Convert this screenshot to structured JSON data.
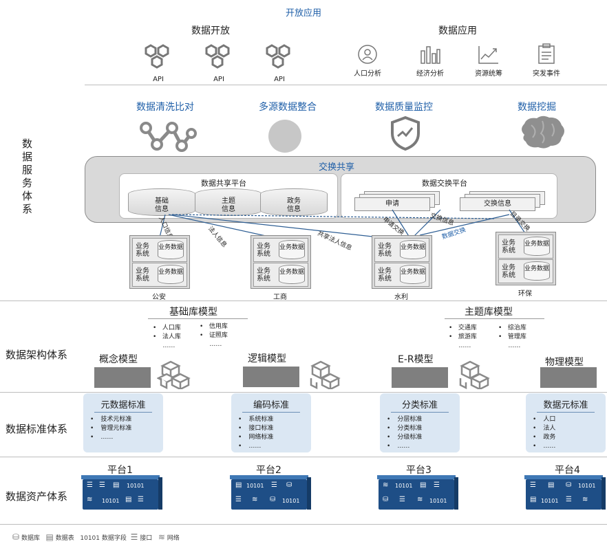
{
  "top": {
    "title": "开放应用",
    "open_title": "数据开放",
    "apps_title": "数据应用",
    "api_labels": [
      "API",
      "API",
      "API"
    ],
    "apps": [
      "人口分析",
      "经济分析",
      "资源统筹",
      "突发事件"
    ]
  },
  "services": [
    "数据清洗比对",
    "多源数据整合",
    "数据质量监控",
    "数据挖掘"
  ],
  "exchange": {
    "title": "交换共享",
    "share_platform": "数据共享平台",
    "share_dbs": [
      "基础信息",
      "主题信息",
      "政务信息"
    ],
    "exchange_platform": "数据交换平台",
    "exchange_docs": [
      "申请",
      "交换信息"
    ],
    "arrows": [
      "人口信息",
      "法人信息",
      "共享法人信息",
      "申请交换",
      "交换信息",
      "数据交换",
      "目录交换"
    ],
    "systems": [
      {
        "name": "公安",
        "rows": [
          "业务系统",
          "业务系统"
        ],
        "db": "业务数据"
      },
      {
        "name": "工商",
        "rows": [
          "业务系统",
          "业务系统"
        ],
        "db": "业务数据"
      },
      {
        "name": "水利",
        "rows": [
          "业务系统",
          "业务系统"
        ],
        "db": "业务数据"
      },
      {
        "name": "环保",
        "rows": [
          "业务系统",
          "业务系统"
        ],
        "db": "业务数据"
      }
    ]
  },
  "side_labels": {
    "service": "数据服务体系",
    "architecture": "数据架构体系",
    "standard": "数据标准体系",
    "asset": "数据资产体系"
  },
  "architecture": {
    "base_model": "基础库模型",
    "base_items_left": [
      "人口库",
      "法人库",
      "……"
    ],
    "base_items_right": [
      "信用库",
      "证照库",
      "……"
    ],
    "theme_model": "主题库模型",
    "theme_items_left": [
      "交通库",
      "旅游库",
      "……"
    ],
    "theme_items_right": [
      "综治库",
      "管理库",
      "……"
    ],
    "models": [
      "概念模型",
      "逻辑模型",
      "E-R模型",
      "物理模型"
    ]
  },
  "standards": [
    {
      "title": "元数据标准",
      "items": [
        "技术元标准",
        "管理元标准",
        "……"
      ]
    },
    {
      "title": "编码标准",
      "items": [
        "系统标准",
        "接口标准",
        "网络标准",
        "……"
      ]
    },
    {
      "title": "分类标准",
      "items": [
        "分层标准",
        "分类标准",
        "分级标准",
        "……"
      ]
    },
    {
      "title": "数据元标准",
      "items": [
        "人口",
        "法人",
        "政务",
        "……"
      ]
    }
  ],
  "platforms": [
    "平台1",
    "平台2",
    "平台3",
    "平台4"
  ],
  "legend": [
    "数据库",
    "数据表",
    "10101 数据字段",
    "接口",
    "网络"
  ],
  "colors": {
    "accent": "#1f5fa8",
    "server": "#1e4e86",
    "card": "#dbe7f3",
    "gray": "#7f7f7f"
  }
}
